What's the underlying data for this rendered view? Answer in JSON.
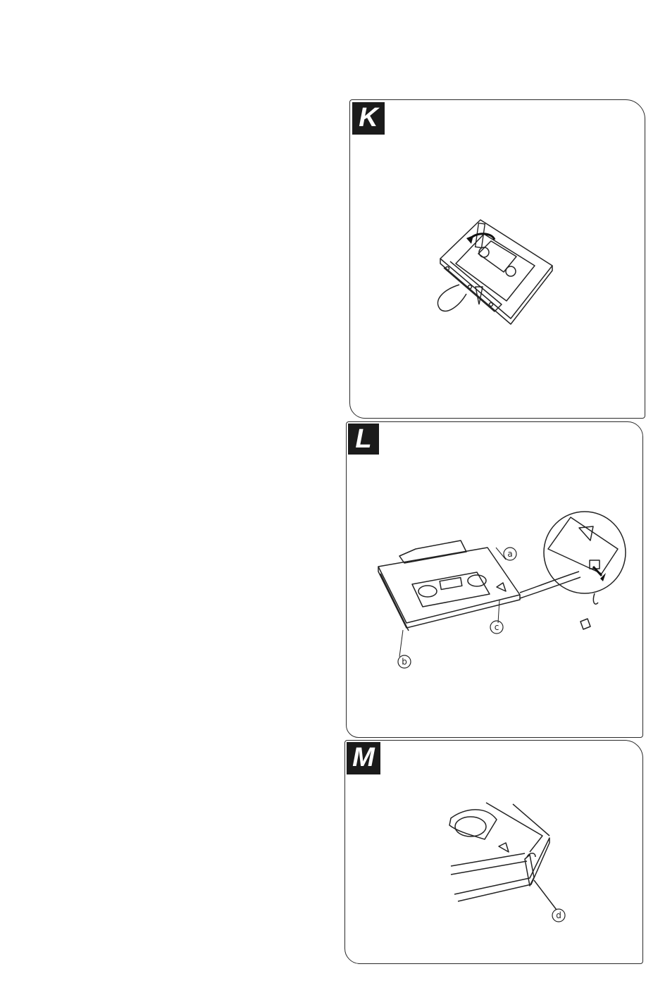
{
  "panels": {
    "k": {
      "badge": "K"
    },
    "l": {
      "badge": "L",
      "callouts": {
        "a": "a",
        "b": "b",
        "c": "c"
      }
    },
    "m": {
      "badge": "M",
      "callouts": {
        "d": "d"
      }
    }
  },
  "icons": [
    "cassette-illustration",
    "pencil-icon",
    "rotate-arrow-icon",
    "magnifier-circle",
    "tab-piece-icon",
    "tape-strip-icon"
  ]
}
